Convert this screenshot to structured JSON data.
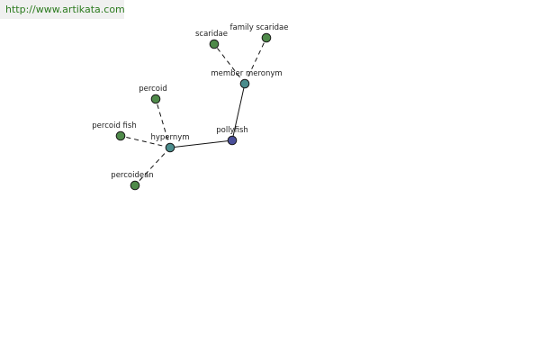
{
  "header": {
    "url": "http://www.artikata.com"
  },
  "colors": {
    "word_node": "#4f8a4a",
    "relation_node": "#4a8c8c",
    "center_node": "#4a4f9a",
    "url_text": "#2b7a1e"
  },
  "graph": {
    "nodes": [
      {
        "id": "parrotfish",
        "label": "pollyfish",
        "kind": "center"
      },
      {
        "id": "member-meronym",
        "label": "member meronym",
        "kind": "relation"
      },
      {
        "id": "hypernym",
        "label": "hypernym",
        "kind": "relation"
      },
      {
        "id": "scaridae",
        "label": "scaridae",
        "kind": "word"
      },
      {
        "id": "family-scaridae",
        "label": "family scaridae",
        "kind": "word"
      },
      {
        "id": "percoid",
        "label": "percoid",
        "kind": "word"
      },
      {
        "id": "percoid-fish",
        "label": "percoid fish",
        "kind": "word"
      },
      {
        "id": "percoidean",
        "label": "percoidean",
        "kind": "word"
      }
    ],
    "edges": [
      {
        "from": "parrotfish",
        "to": "member-meronym",
        "style": "solid"
      },
      {
        "from": "parrotfish",
        "to": "hypernym",
        "style": "solid"
      },
      {
        "from": "member-meronym",
        "to": "scaridae",
        "style": "dashed"
      },
      {
        "from": "member-meronym",
        "to": "family-scaridae",
        "style": "dashed"
      },
      {
        "from": "hypernym",
        "to": "percoid",
        "style": "dashed"
      },
      {
        "from": "hypernym",
        "to": "percoid-fish",
        "style": "dashed"
      },
      {
        "from": "hypernym",
        "to": "percoidean",
        "style": "dashed"
      }
    ]
  }
}
